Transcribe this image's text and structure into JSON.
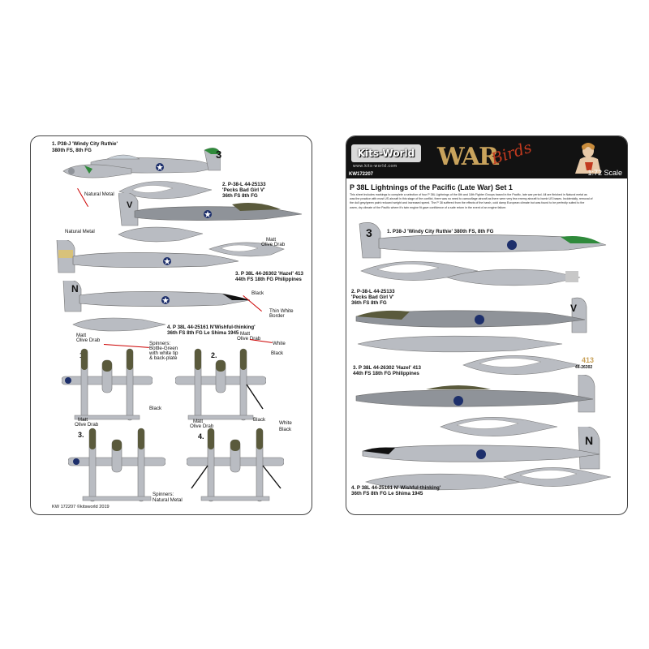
{
  "left_sheet": {
    "captions": {
      "c1": "1. P38-J 'Windy City Ruthie'",
      "c1b": "380th FS, 8th FG",
      "c2": "2. P-38-L 44-25133",
      "c2b": "'Pecks Bad Girl V'",
      "c2c": "36th FS 8th FG",
      "c3": "3. P 38L 44-26302 'Hazel' 413",
      "c3b": "44th FS 18th FG Philippines",
      "c4": "4. P 38L 44-25161 N'Wishful-thinking'",
      "c4b": "36th FS 8th FG Le Shima 1945"
    },
    "notes": {
      "natural_metal_1": "Natural Metal",
      "natural_metal_2": "Natural Metal",
      "matt_olive_1": "Matt",
      "matt_olive_1b": "Olive Drab",
      "black_1": "Black",
      "thin_white_1": "Thin White",
      "thin_white_1b": "Border",
      "matt_olive_2": "Matt",
      "matt_olive_2b": "Olive Drab",
      "spinners_1": "Spinners:",
      "spinners_1b": "Bottle-Green",
      "spinners_1c": "with white tip",
      "spinners_1d": "& back-plate",
      "matt_olive_3": "Matt",
      "matt_olive_3b": "Olive Drab",
      "white_1": "White",
      "black_2": "Black",
      "black_3": "Black",
      "matt_olive_4": "Matt",
      "matt_olive_4b": "Olive Drab",
      "matt_olive_5": "Matt",
      "matt_olive_5b": "Olive Drab",
      "black_4": "Black",
      "white_2": "White",
      "black_5": "Black",
      "spinners_2": "Spinners:",
      "spinners_2b": "Natural Metal"
    },
    "plan_numbers": [
      "1.",
      "2.",
      "3.",
      "4."
    ],
    "footer": "KW 172207 ©kitsworld 2019"
  },
  "right_sheet": {
    "brand": "Kits-World",
    "brand_sub": "www.kits-world.com",
    "code": "KW172207",
    "war": "WAR",
    "birds": "Birds",
    "scale": "1:72  Scale",
    "title": "P 38L Lightnings of the Pacific (Late War) Set 1",
    "intro": "This sheet includes markings to complete a selection of four P 38L Lightnings of the 8th and 18th Fighter Groups based in the Pacific, late war period. All are finished in Natural metal as was the practice with most US aircraft in this stage of the conflict, there was no need to camouflage aircraft as there were very few enemy aircraft to bomb US bases. Incidentally, removal of the dull grey/green paint reduced weight and increased speed. The P 38 suffered from the effects of the harsh, cold damp European climate but was found to be perfectly suited to the warm, dry climate of the Pacific where it's twin engine fit gave confidence of a safe return in the event of an engine failure.",
    "captions": {
      "r1": "1. P38-J 'Windy City Ruthie' 380th FS, 8th FG",
      "r2": "2. P-38-L 44-25133",
      "r2b": "'Pecks Bad Girl V'",
      "r2c": "36th FS 8th FG",
      "r3": "3. P 38L 44-26302 'Hazel' 413",
      "r3b": "44th FS 18th FG Philippines",
      "r4": "4. P 38L 44-25161 N' Wishful-thinking'",
      "r4b": "36th FS 8th FG Le Shima 1945"
    },
    "fin_codes": {
      "f1": "3",
      "f2": "V",
      "f3": "413",
      "f4": "N",
      "f3b": "44-26302"
    }
  },
  "aircraft_codes": {
    "a1": "3",
    "a2": "V",
    "a4": "N"
  },
  "colors": {
    "metal": "#b9bcc2",
    "metal_dark": "#8f9399",
    "olive": "#5a5a3c",
    "green_tip": "#2f8a3b",
    "us_blue": "#1d2f6b",
    "red_lead": "#c00000",
    "header_bg": "#121212"
  }
}
